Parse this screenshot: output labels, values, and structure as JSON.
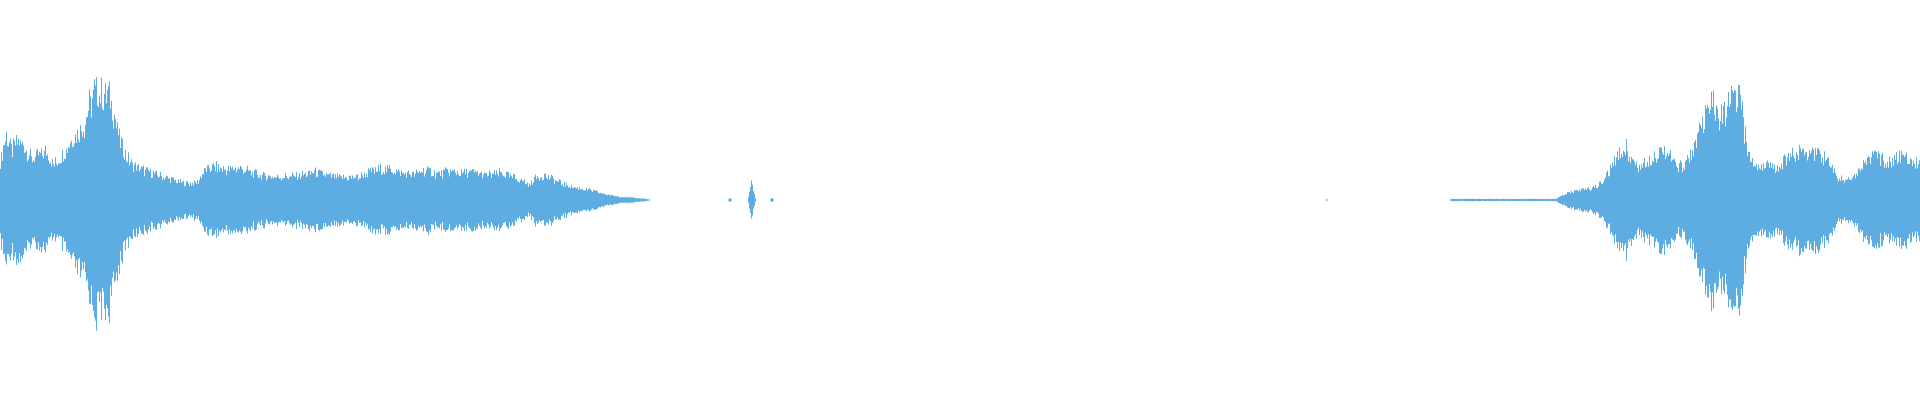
{
  "waveform": {
    "color": "#5dade2",
    "background": "#ffffff",
    "envelope": [
      [
        0,
        0.34
      ],
      [
        2,
        0.4
      ],
      [
        6,
        0.58
      ],
      [
        12,
        0.44
      ],
      [
        18,
        0.54
      ],
      [
        25,
        0.48
      ],
      [
        32,
        0.36
      ],
      [
        38,
        0.4
      ],
      [
        46,
        0.44
      ],
      [
        54,
        0.32
      ],
      [
        60,
        0.38
      ],
      [
        66,
        0.46
      ],
      [
        72,
        0.56
      ],
      [
        78,
        0.62
      ],
      [
        84,
        0.66
      ],
      [
        90,
        0.86
      ],
      [
        96,
        1.0
      ],
      [
        102,
        0.94
      ],
      [
        108,
        0.98
      ],
      [
        114,
        0.78
      ],
      [
        120,
        0.54
      ],
      [
        126,
        0.4
      ],
      [
        132,
        0.32
      ],
      [
        140,
        0.28
      ],
      [
        150,
        0.25
      ],
      [
        160,
        0.22
      ],
      [
        170,
        0.19
      ],
      [
        180,
        0.16
      ],
      [
        190,
        0.15
      ],
      [
        198,
        0.16
      ],
      [
        204,
        0.26
      ],
      [
        214,
        0.3
      ],
      [
        226,
        0.27
      ],
      [
        238,
        0.29
      ],
      [
        250,
        0.25
      ],
      [
        262,
        0.22
      ],
      [
        275,
        0.21
      ],
      [
        288,
        0.21
      ],
      [
        300,
        0.22
      ],
      [
        315,
        0.25
      ],
      [
        330,
        0.21
      ],
      [
        345,
        0.2
      ],
      [
        360,
        0.21
      ],
      [
        375,
        0.27
      ],
      [
        390,
        0.28
      ],
      [
        402,
        0.24
      ],
      [
        414,
        0.23
      ],
      [
        426,
        0.27
      ],
      [
        438,
        0.23
      ],
      [
        450,
        0.26
      ],
      [
        462,
        0.24
      ],
      [
        474,
        0.25
      ],
      [
        486,
        0.22
      ],
      [
        500,
        0.24
      ],
      [
        512,
        0.21
      ],
      [
        524,
        0.17
      ],
      [
        530,
        0.13
      ],
      [
        534,
        0.2
      ],
      [
        544,
        0.22
      ],
      [
        552,
        0.19
      ],
      [
        562,
        0.15
      ],
      [
        572,
        0.12
      ],
      [
        582,
        0.1
      ],
      [
        594,
        0.08
      ],
      [
        606,
        0.05
      ],
      [
        620,
        0.03
      ],
      [
        634,
        0.02
      ],
      [
        646,
        0.01
      ],
      [
        650,
        0.0
      ],
      [
        728,
        0.0
      ],
      [
        730,
        0.02
      ],
      [
        732,
        0.0
      ],
      [
        748,
        0.0
      ],
      [
        750,
        0.1
      ],
      [
        752,
        0.18
      ],
      [
        754,
        0.06
      ],
      [
        756,
        0.0
      ],
      [
        770,
        0.0
      ],
      [
        772,
        0.02
      ],
      [
        774,
        0.0
      ],
      [
        1326,
        0.0
      ],
      [
        1327,
        0.01
      ],
      [
        1328,
        0.0
      ],
      [
        1450,
        0.0
      ],
      [
        1452,
        0.01
      ],
      [
        1540,
        0.01
      ],
      [
        1556,
        0.01
      ],
      [
        1562,
        0.04
      ],
      [
        1570,
        0.07
      ],
      [
        1580,
        0.09
      ],
      [
        1590,
        0.1
      ],
      [
        1600,
        0.14
      ],
      [
        1610,
        0.26
      ],
      [
        1618,
        0.4
      ],
      [
        1626,
        0.48
      ],
      [
        1632,
        0.36
      ],
      [
        1640,
        0.3
      ],
      [
        1648,
        0.37
      ],
      [
        1656,
        0.42
      ],
      [
        1664,
        0.47
      ],
      [
        1670,
        0.4
      ],
      [
        1678,
        0.28
      ],
      [
        1688,
        0.36
      ],
      [
        1696,
        0.52
      ],
      [
        1702,
        0.64
      ],
      [
        1708,
        0.8
      ],
      [
        1714,
        0.86
      ],
      [
        1720,
        0.72
      ],
      [
        1726,
        0.78
      ],
      [
        1732,
        0.9
      ],
      [
        1738,
        0.94
      ],
      [
        1742,
        0.8
      ],
      [
        1746,
        0.52
      ],
      [
        1750,
        0.38
      ],
      [
        1758,
        0.3
      ],
      [
        1766,
        0.32
      ],
      [
        1776,
        0.28
      ],
      [
        1786,
        0.38
      ],
      [
        1796,
        0.42
      ],
      [
        1806,
        0.45
      ],
      [
        1814,
        0.44
      ],
      [
        1822,
        0.4
      ],
      [
        1830,
        0.32
      ],
      [
        1838,
        0.2
      ],
      [
        1846,
        0.18
      ],
      [
        1856,
        0.24
      ],
      [
        1866,
        0.36
      ],
      [
        1876,
        0.4
      ],
      [
        1886,
        0.34
      ],
      [
        1896,
        0.38
      ],
      [
        1906,
        0.4
      ],
      [
        1914,
        0.36
      ],
      [
        1920,
        0.34
      ]
    ]
  }
}
